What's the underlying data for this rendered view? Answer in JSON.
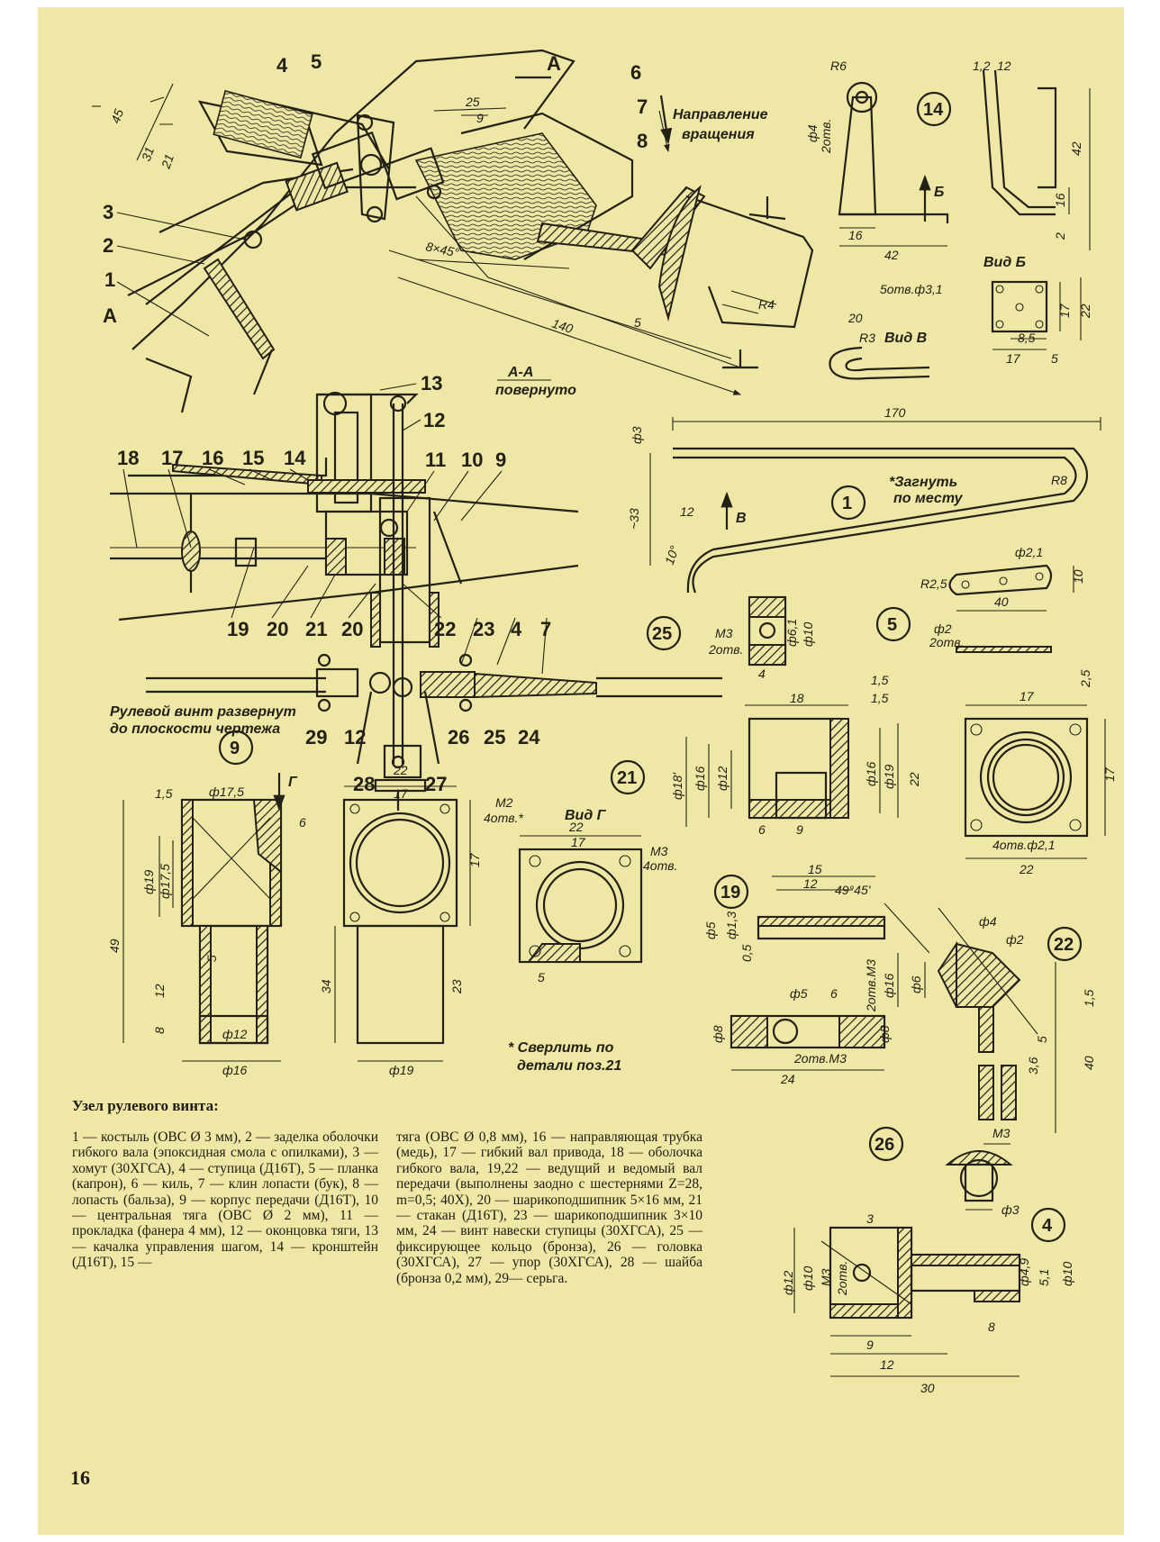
{
  "labels": {
    "rotation": [
      "Направление",
      "вращения"
    ],
    "section_aa": [
      "А-А",
      "повернуто"
    ],
    "view_b": "Вид Б",
    "view_v": "Вид В",
    "view_g": "Вид Г",
    "rotor_note": [
      "Рулевой винт развернут",
      "до плоскости чертежа"
    ],
    "drill_note": [
      "* Сверлить по",
      "детали поз.21"
    ],
    "bend_note": [
      "*Загнуть",
      "по месту"
    ],
    "section_mark_a": "А",
    "arrow_b": "Б",
    "arrow_g": "Г",
    "arrow_v": "В"
  },
  "callouts_top": [
    "4",
    "5",
    "6",
    "7",
    "8",
    "3",
    "2",
    "1"
  ],
  "callouts_mid_top": [
    "18",
    "17",
    "16",
    "15",
    "14",
    "13",
    "12",
    "11",
    "10",
    "9"
  ],
  "callouts_mid_bottom": [
    "19",
    "20",
    "21",
    "20",
    "22",
    "23",
    "4",
    "7"
  ],
  "callouts_rotor": [
    "29",
    "12",
    "26",
    "25",
    "24",
    "28",
    "27"
  ],
  "detail_ids": [
    "14",
    "1",
    "5",
    "25",
    "21",
    "9",
    "19",
    "22",
    "26",
    "4"
  ],
  "dims": {
    "top": [
      "45",
      "31",
      "21",
      "25",
      "9",
      "8×45°",
      "140",
      "5",
      "R4"
    ],
    "d14": [
      "R6",
      "ф4",
      "2отв.",
      "1,2",
      "12",
      "42",
      "16",
      "2",
      "16",
      "42"
    ],
    "vid_b": [
      "5отв.ф3,1",
      "17",
      "22",
      "8,5",
      "17",
      "5"
    ],
    "vid_v": [
      "20",
      "R3"
    ],
    "d1": [
      "170",
      "ф3",
      "~33",
      "12",
      "10°",
      "R8"
    ],
    "d5": [
      "ф2,1",
      "R2,5",
      "40",
      "10",
      "ф2",
      "2отв.",
      "2,5"
    ],
    "d25": [
      "M3",
      "2отв.",
      "ф6,1",
      "ф10",
      "4"
    ],
    "d21": [
      "18",
      "1,5",
      "1,5",
      "ф18'",
      "ф16",
      "ф12",
      "ф16",
      "ф19",
      "22",
      "6",
      "9",
      "17",
      "17",
      "4отв.ф2,1",
      "22"
    ],
    "d9": [
      "1,5",
      "ф17,5",
      "6",
      "ф19",
      "ф17,5",
      "49",
      "5",
      "12",
      "8",
      "ф12",
      "ф16",
      "22",
      "17",
      "M2",
      "4отв.*",
      "17",
      "34",
      "23",
      "ф19",
      "22",
      "17",
      "M3",
      "4отв.",
      "5"
    ],
    "d19": [
      "15",
      "12",
      "ф5",
      "ф1,3",
      "0,5",
      "ф5",
      "6",
      "2отв.M3",
      "ф8",
      "ф8",
      "2отв.M3",
      "24"
    ],
    "d22": [
      "49°45'",
      "ф4",
      "ф2",
      "ф16",
      "ф6",
      "1,5",
      "5",
      "3,6",
      "40"
    ],
    "d26": [
      "M3",
      "ф3"
    ],
    "d4": [
      "3",
      "ф12",
      "ф10",
      "M3",
      "2отв.",
      "ф4,9",
      "5,1",
      "ф10",
      "9",
      "8",
      "12",
      "30"
    ]
  },
  "caption": {
    "title": "Узел рулевого винта:",
    "col1": "1 — костыль (ОВС Ø 3 мм), 2 — заделка оболочки гибкого вала (эпоксидная смола с опилками), 3 — хомут (30ХГСА), 4 — ступица (Д16Т), 5 — планка (капрон), 6 — киль, 7 — клин лопасти (бук), 8 — лопасть (бальза), 9 — корпус передачи (Д16Т), 10 — центральная тяга (ОВС Ø 2 мм), 11 — прокладка (фанера 4 мм), 12 — оконцовка тяги, 13 — качалка управления шагом, 14 — кронштейн (Д16Т), 15 —",
    "col2": "тяга (ОВС Ø 0,8 мм), 16 — направляющая трубка (медь), 17 — гибкий вал привода, 18 — оболочка гибкого вала, 19,22 — ведущий и ведомый вал передачи (выполнены заодно с шестернями Z=28, m=0,5; 40Х), 20 — шарикоподшипник 5×16 мм, 21 — стакан (Д16Т), 23 — шарикоподшипник 3×10 мм, 24 — винт навески ступицы (30ХГСА), 25 — фиксирующее кольцо (бронза), 26 — головка (30ХГСА), 27 — упор (30ХГСА), 28 — шайба (бронза 0,2 мм), 29— серьга."
  },
  "page_number": "16",
  "colors": {
    "paper": "#efe7a5",
    "ink": "#232016"
  }
}
